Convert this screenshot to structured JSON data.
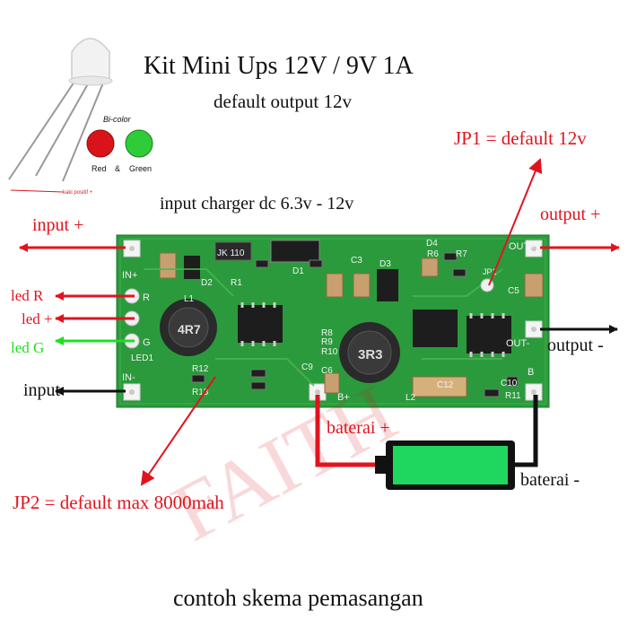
{
  "title": "Kit Mini Ups 12V / 9V 1A",
  "subtitle": "default output 12v",
  "jp1_label": "JP1 = default 12v",
  "input_charger": "input charger dc 6.3v - 12v",
  "input_plus": "input +",
  "output_plus": "output +",
  "led_r": "led R",
  "led_plus": "led +",
  "led_g": "led G",
  "output_minus": "output -",
  "input_minus": "input -",
  "baterai_plus": "baterai +",
  "baterai_minus": "baterai -",
  "jp2_label": "JP2 = default max 8000mah",
  "footer": "contoh skema pemasangan",
  "watermark": "FAITH",
  "led_legend": {
    "title": "Bi-color",
    "red": "Red",
    "amp": "&",
    "green": "Green",
    "note": "kaki positif +"
  },
  "board_labels": {
    "in_plus": "IN+",
    "in_minus": "IN-",
    "out_plus": "OUT+",
    "out_minus": "OUT-",
    "r": "R",
    "g": "G",
    "led1": "LED1",
    "b_plus": "B+",
    "b": "B",
    "d1": "D1",
    "d2": "D2",
    "d3": "D3",
    "d4": "D4",
    "r1": "R1",
    "r6": "R6",
    "r7": "R7",
    "r8": "R8",
    "r9": "R9",
    "r10": "R10",
    "r11": "R11",
    "r12": "R12",
    "r13": "R13",
    "c3": "C3",
    "c5": "C5",
    "c6": "C6",
    "c9": "C9",
    "c10": "C10",
    "c12": "C12",
    "l1": "L1",
    "l2": "L2",
    "j_mark": "JK 110",
    "inductor1": "4R7",
    "inductor2": "3R3",
    "jp1": "JP1"
  },
  "colors": {
    "arrow_red": "#e0141e",
    "arrow_black": "#111111",
    "arrow_green": "#1ee01e",
    "pcb": "#2b9a3c",
    "battery_fill": "#1fd65e",
    "wire_red": "#e0141e"
  }
}
